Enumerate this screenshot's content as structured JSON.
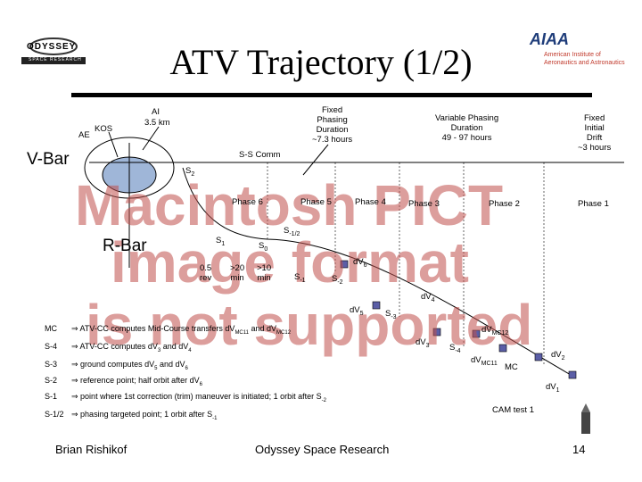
{
  "header": {
    "title": "ATV Trajectory (1/2)",
    "logo_left": {
      "name": "ODYSSEY",
      "sub": "SPACE RESEARCH"
    },
    "logo_right": {
      "name": "AIAA",
      "line1": "American Institute of",
      "line2": "Aeronautics and Astronautics"
    }
  },
  "diagram": {
    "ai": "AI",
    "ai_dist": "3.5 km",
    "ae": "AE",
    "kos": "KOS",
    "vbar": "V-Bar",
    "rbar": "R-Bar",
    "s2": "S",
    "s2_sub": "2",
    "fixed_phasing": [
      "Fixed",
      "Phasing",
      "Duration",
      "~7.3 hours"
    ],
    "variable_phasing": [
      "Variable Phasing",
      "Duration",
      "49 - 97 hours"
    ],
    "fixed_initial": [
      "Fixed",
      "Initial",
      "Drift",
      "~3 hours"
    ],
    "ss_comm": "S-S Comm",
    "phases": [
      "Phase 6",
      "Phase 5",
      "Phase 4",
      "Phase 3",
      "Phase 2",
      "Phase 1"
    ],
    "s_half": "S",
    "s_half_sub": "-1/2",
    "s1": "S",
    "s1_sub": "1",
    "s0": "S",
    "s0_sub": "0",
    "rev": [
      "0.5",
      "rev"
    ],
    "min20": [
      ">20",
      "min"
    ],
    "min10": [
      ">10",
      "min"
    ],
    "sm1": "S",
    "sm1_sub": "-1",
    "sm2": "S",
    "sm2_sub": "-2",
    "dv6": "dV",
    "dv6_sub": "6",
    "dv4": "dV",
    "dv4_sub": "4",
    "dv5": "dV",
    "dv5_sub": "5",
    "sm3": "S",
    "sm3_sub": "-3",
    "dvmc12": "dV",
    "dvmc12_sub": "MC12",
    "dv3": "dV",
    "dv3_sub": "3",
    "sm4": "S",
    "sm4_sub": "-4",
    "dv2": "dV",
    "dv2_sub": "2",
    "dvmc11": "dV",
    "dvmc11_sub": "MC11",
    "mc": "MC",
    "dv1": "dV",
    "dv1_sub": "1",
    "cam_test": "CAM test 1"
  },
  "watermark": [
    "Macintosh PICT",
    "image format",
    "is not supported"
  ],
  "legend": [
    {
      "key": "MC",
      "text": "ATV-CC computes Mid-Course transfers dV",
      "sub1": "MC11",
      "mid": " and dV",
      "sub2": "MC12"
    },
    {
      "key": "S-4",
      "text": "ATV-CC computes dV",
      "sub1": "3",
      "mid": " and dV",
      "sub2": "4"
    },
    {
      "key": "S-3",
      "text": "ground computes dV",
      "sub1": "5",
      "mid": " and dV",
      "sub2": "6"
    },
    {
      "key": "S-2",
      "text": "reference point; half orbit after dV",
      "sub1": "6",
      "mid": "",
      "sub2": ""
    },
    {
      "key": "S-1",
      "text": "point where 1st correction (trim) maneuver is initiated; 1 orbit after S",
      "sub1": "-2",
      "mid": "",
      "sub2": ""
    },
    {
      "key": "S-1/2",
      "text": "phasing targeted point; 1 orbit after S",
      "sub1": "-1",
      "mid": "",
      "sub2": ""
    }
  ],
  "footer": {
    "author": "Brian Rishikof",
    "org": "Odyssey Space Research",
    "page": "14"
  }
}
